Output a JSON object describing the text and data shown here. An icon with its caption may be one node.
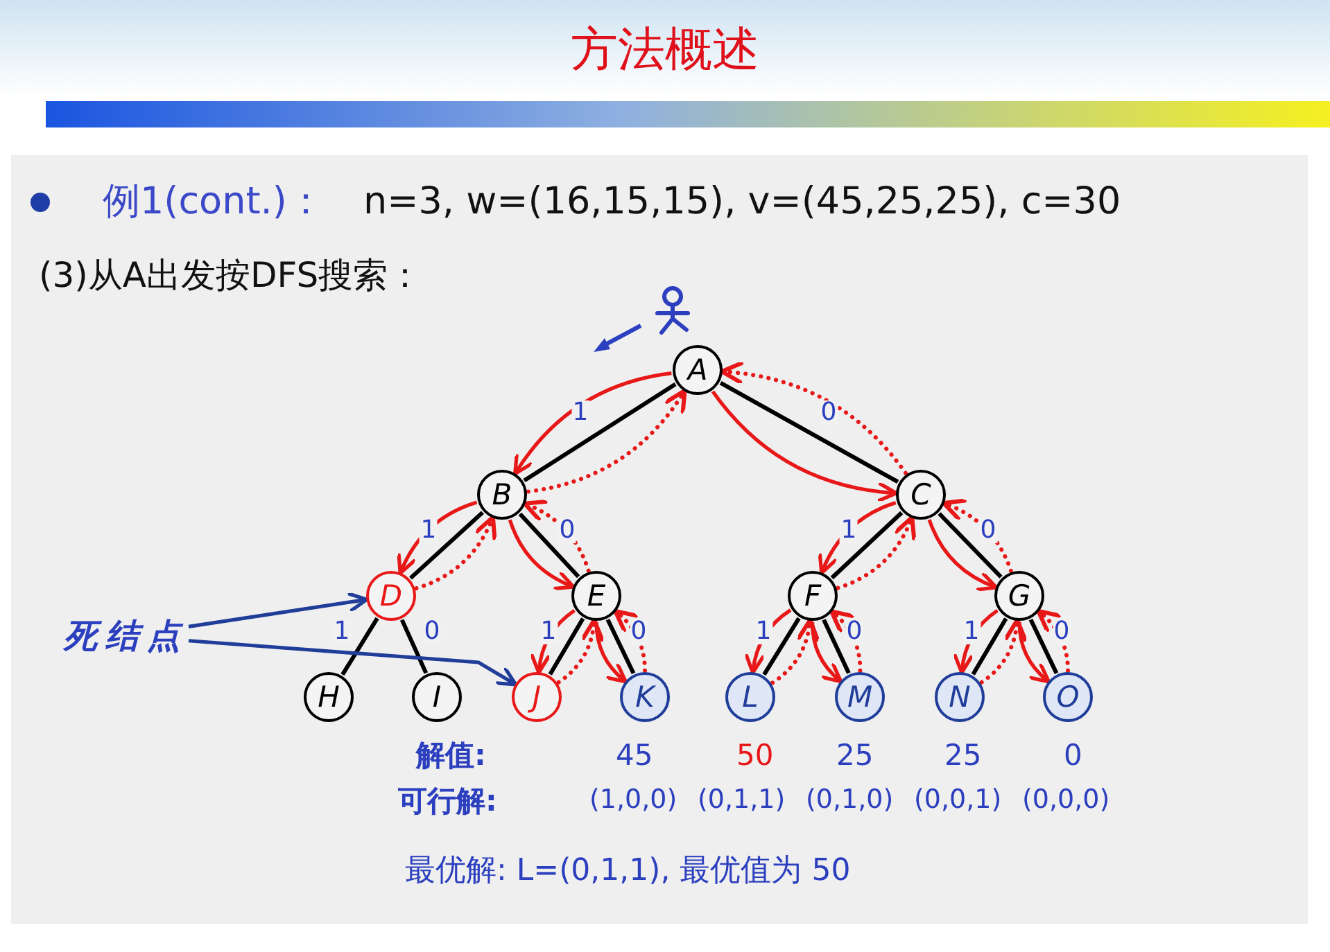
{
  "diagram": {
    "title": "方法概述",
    "nodes": [
      {
        "text": [
          "A"
        ]
      },
      {
        "text": [
          "B"
        ]
      },
      {
        "text": [
          "C"
        ]
      },
      {
        "text": [
          "D"
        ]
      },
      {
        "text": [
          "E"
        ]
      },
      {
        "text": [
          "F"
        ]
      },
      {
        "text": [
          "G"
        ]
      },
      {
        "text": [
          "H"
        ]
      },
      {
        "text": [
          "I"
        ]
      },
      {
        "text": [
          "J"
        ]
      },
      {
        "text": [
          "K"
        ]
      },
      {
        "text": [
          "L"
        ]
      },
      {
        "text": [
          "M"
        ]
      },
      {
        "text": [
          "N"
        ]
      },
      {
        "text": [
          "O"
        ]
      },
      {
        "text": [
          "死结点"
        ]
      }
    ],
    "edges": [
      {
        "from": 0,
        "to": 1,
        "arrow": "none",
        "label": "1",
        "color": "#000000"
      },
      {
        "from": 0,
        "to": 2,
        "arrow": "none",
        "label": "0",
        "color": "#000000"
      },
      {
        "from": 1,
        "to": 3,
        "arrow": "none",
        "label": "1",
        "color": "#000000"
      },
      {
        "from": 1,
        "to": 4,
        "arrow": "none",
        "label": "0",
        "color": "#000000"
      },
      {
        "from": 2,
        "to": 5,
        "arrow": "none",
        "label": "1",
        "color": "#000000"
      },
      {
        "from": 2,
        "to": 6,
        "arrow": "none",
        "label": "0",
        "color": "#000000"
      },
      {
        "from": 3,
        "to": 7,
        "arrow": "none",
        "label": "1",
        "color": "#000000"
      },
      {
        "from": 3,
        "to": 8,
        "arrow": "none",
        "label": "0",
        "color": "#000000"
      },
      {
        "from": 4,
        "to": 9,
        "arrow": "none",
        "label": "1",
        "color": "#000000"
      },
      {
        "from": 4,
        "to": 10,
        "arrow": "none",
        "label": "0",
        "color": "#000000"
      },
      {
        "from": 5,
        "to": 11,
        "arrow": "none",
        "label": "1",
        "color": "#000000"
      },
      {
        "from": 5,
        "to": 12,
        "arrow": "none",
        "label": "0",
        "color": "#000000"
      },
      {
        "from": 6,
        "to": 13,
        "arrow": "none",
        "label": "1",
        "color": "#000000"
      },
      {
        "from": 6,
        "to": 14,
        "arrow": "none",
        "label": "0",
        "color": "#000000"
      },
      {
        "from": 0,
        "to": 1,
        "arrow": "to"
      },
      {
        "from": 1,
        "to": 3,
        "arrow": "to"
      },
      {
        "from": 3,
        "to": 1,
        "arrow": "to",
        "style": "dashed"
      },
      {
        "from": 1,
        "to": 4,
        "arrow": "to"
      },
      {
        "from": 4,
        "to": 9,
        "arrow": "to"
      },
      {
        "from": 9,
        "to": 4,
        "arrow": "to",
        "style": "dashed"
      },
      {
        "from": 4,
        "to": 10,
        "arrow": "to"
      },
      {
        "from": 10,
        "to": 4,
        "arrow": "to",
        "style": "dashed"
      },
      {
        "from": 4,
        "to": 1,
        "arrow": "to",
        "style": "dashed"
      },
      {
        "from": 1,
        "to": 0,
        "arrow": "to",
        "style": "dashed"
      },
      {
        "from": 0,
        "to": 2,
        "arrow": "to"
      },
      {
        "from": 2,
        "to": 5,
        "arrow": "to"
      },
      {
        "from": 5,
        "to": 11,
        "arrow": "to"
      },
      {
        "from": 11,
        "to": 5,
        "arrow": "to",
        "style": "dashed"
      },
      {
        "from": 5,
        "to": 12,
        "arrow": "to"
      },
      {
        "from": 12,
        "to": 5,
        "arrow": "to",
        "style": "dashed"
      },
      {
        "from": 5,
        "to": 2,
        "arrow": "to",
        "style": "dashed"
      },
      {
        "from": 2,
        "to": 6,
        "arrow": "to"
      },
      {
        "from": 6,
        "to": 13,
        "arrow": "to"
      },
      {
        "from": 13,
        "to": 6,
        "arrow": "to",
        "style": "dashed"
      },
      {
        "from": 6,
        "to": 14,
        "arrow": "to"
      },
      {
        "from": 14,
        "to": 6,
        "arrow": "to",
        "style": "dashed"
      },
      {
        "from": 6,
        "to": 2,
        "arrow": "to",
        "style": "dashed"
      },
      {
        "from": 2,
        "to": 0,
        "arrow": "to",
        "style": "dashed"
      },
      {
        "from": 15,
        "to": 3,
        "arrow": "to",
        "color": "#1f3d99"
      },
      {
        "from": 15,
        "to": 9,
        "arrow": "to",
        "color": "#1f3d99"
      }
    ],
    "labels": [
      "例1(cont.)：",
      "n=3, w=(16,15,15), v=(45,25,25), c=30",
      "(3)从A出发按DFS搜索：",
      "解值:",
      "45",
      "50",
      "25",
      "25",
      "0",
      "可行解:",
      "(1,0,0)",
      "(0,1,1)",
      "(0,1,0)",
      "(0,0,1)",
      "(0,0,0)",
      "最优解: L=(0,1,1), 最优值为 50"
    ]
  }
}
